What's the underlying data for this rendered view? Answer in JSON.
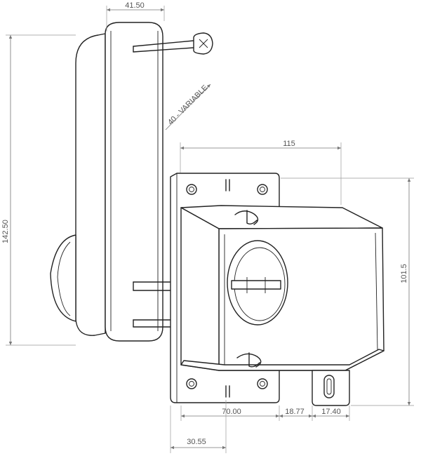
{
  "dimensions": {
    "width_top": "41.50",
    "handle_height": "142.50",
    "variable_depth": "40 - VARIABLE",
    "box_width": "115",
    "box_height": "101.5",
    "bottom_a": "70.00",
    "bottom_b": "18.77",
    "bottom_c": "17.40",
    "bottom_offset": "30.55"
  },
  "colors": {
    "ink": "#222222",
    "dimension": "#777777",
    "background": "#ffffff"
  },
  "icons": [
    "screw-icon",
    "lock-icon"
  ]
}
